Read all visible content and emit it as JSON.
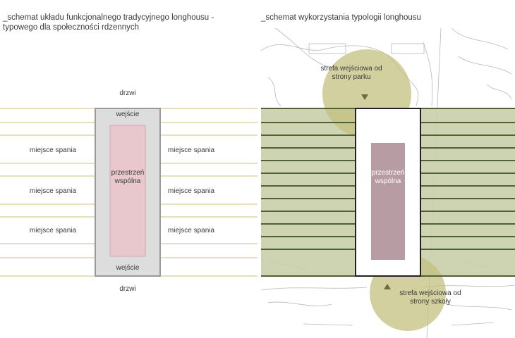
{
  "left": {
    "title_line1": "_schemat układu funkcjonalnego tradycyjnego longhousu -",
    "title_line2": "typowego dla społeczności rdzennych",
    "door_top": "drzwi",
    "door_bottom": "drzwi",
    "entrance_top": "wejście",
    "entrance_bottom": "wejście",
    "common_line1": "przestrzeń",
    "common_line2": "wspólna",
    "sleep_left": [
      "miejsce spania",
      "miejsce spania",
      "miejsce spania"
    ],
    "sleep_right": [
      "miejsce spania",
      "miejsce spania",
      "miejsce spania"
    ]
  },
  "right": {
    "title": "_schemat wykorzystania typologii longhousu",
    "park_zone_line1": "strefa wejściowa od",
    "park_zone_line2": "strony parku",
    "school_zone_line1": "strefa wejściowa od",
    "school_zone_line2": "strony szkoły",
    "common_line1": "przestrzeń",
    "common_line2": "wspólna"
  },
  "colors": {
    "stripe": "#e0d6a6",
    "corridor": "#dddddd",
    "corridor_border": "#999999",
    "common": "#e8c8cc",
    "site_green": "#c9cfaa",
    "circle": "#c3c07f",
    "dark_line": "#4f6135",
    "common_right": "#b89ca4"
  },
  "icons": [
    "arrow-down-icon",
    "arrow-up-icon"
  ]
}
